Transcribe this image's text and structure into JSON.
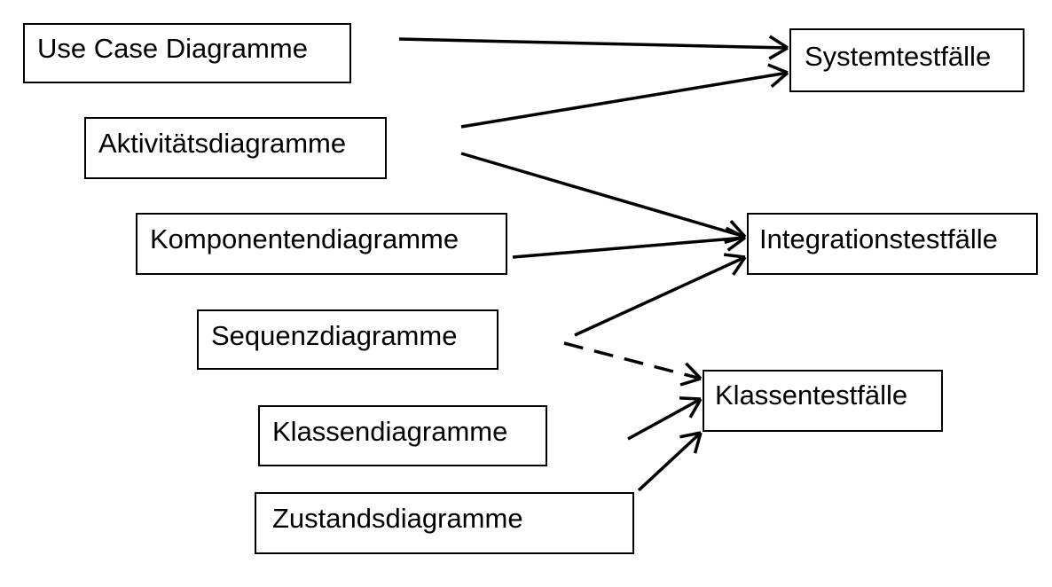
{
  "diagram": {
    "nodes": [
      {
        "id": "use-case",
        "label": "Use Case Diagramme"
      },
      {
        "id": "aktivitaet",
        "label": "Aktivitätsdiagramme"
      },
      {
        "id": "komponenten",
        "label": "Komponentendiagramme"
      },
      {
        "id": "sequenz",
        "label": "Sequenzdiagramme"
      },
      {
        "id": "klassen",
        "label": "Klassendiagramme"
      },
      {
        "id": "zustand",
        "label": "Zustandsdiagramme"
      },
      {
        "id": "systemtest",
        "label": "Systemtestfälle"
      },
      {
        "id": "integrationstest",
        "label": "Integrationstestfälle"
      },
      {
        "id": "klassentest",
        "label": "Klassentestfälle"
      }
    ],
    "edges": [
      {
        "from": "use-case",
        "to": "systemtest",
        "style": "solid"
      },
      {
        "from": "aktivitaet",
        "to": "systemtest",
        "style": "solid"
      },
      {
        "from": "aktivitaet",
        "to": "integrationstest",
        "style": "solid"
      },
      {
        "from": "komponenten",
        "to": "integrationstest",
        "style": "solid"
      },
      {
        "from": "sequenz",
        "to": "integrationstest",
        "style": "solid"
      },
      {
        "from": "sequenz",
        "to": "klassentest",
        "style": "dashed"
      },
      {
        "from": "klassen",
        "to": "klassentest",
        "style": "solid"
      },
      {
        "from": "zustand",
        "to": "klassentest",
        "style": "solid"
      }
    ]
  }
}
